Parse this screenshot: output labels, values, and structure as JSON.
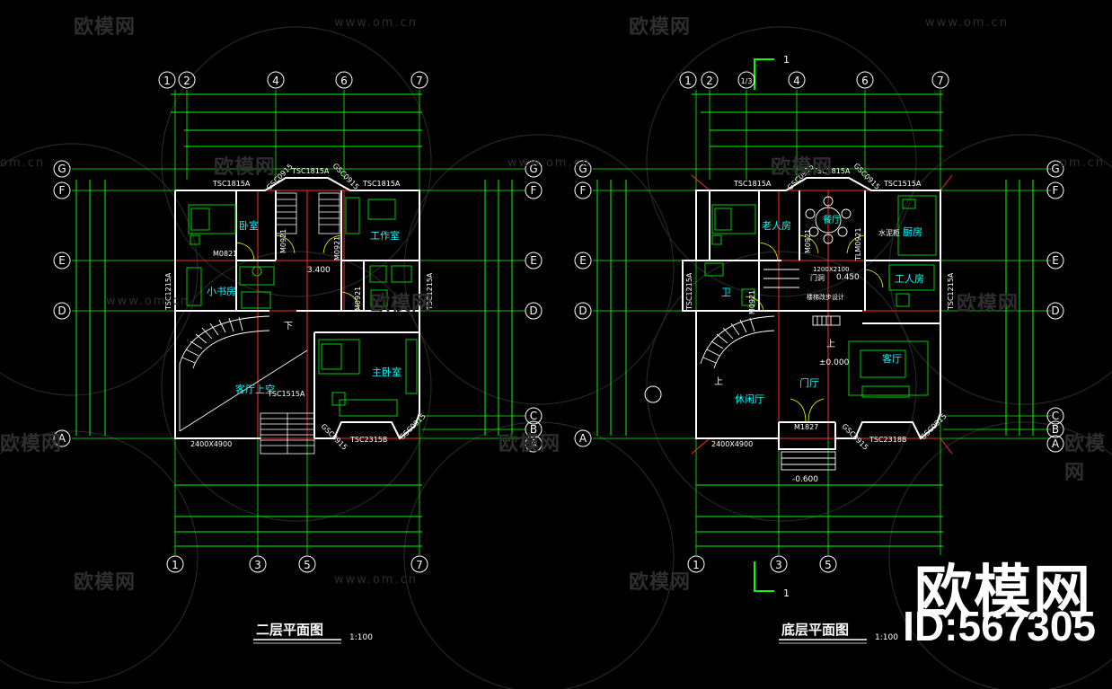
{
  "watermark": {
    "brand": "欧模网",
    "url": "www.om.cn",
    "url_short": "om.cn"
  },
  "brand_block": {
    "name": "欧模网",
    "id": "ID:567305"
  },
  "colors": {
    "background": "#000000",
    "wall": "#ffffff",
    "axis": "#00ff00",
    "room_label": "#00ffff",
    "dim": "#00ff00",
    "red_line": "#ff2a2a",
    "furniture": "#00cc00",
    "window_label": "#ffffff",
    "watermark": "#2e2e2e"
  },
  "left_plan": {
    "title": "二层平面图",
    "scale": "1:100",
    "axis_top": [
      "1",
      "2",
      "4",
      "6",
      "7"
    ],
    "axis_bottom": [
      "1",
      "3",
      "5",
      "7"
    ],
    "axis_left": [
      "G",
      "F",
      "E",
      "D",
      "A"
    ],
    "axis_right": [
      "G",
      "F",
      "E",
      "D",
      "C",
      "B",
      "A"
    ],
    "rooms": {
      "bedroom": "卧室",
      "study_room": "工作室",
      "small_study": "小书房",
      "master_bedroom": "主卧室",
      "void": "客厅上空",
      "elevation": "3.400",
      "down": "下"
    },
    "windows": {
      "w_top_left": "TSC1815A",
      "w_top_mid": "TSC1815A",
      "w_top_right": "TSC1815A",
      "w_left": "TSC1215A",
      "w_right": "TSC1215A",
      "w_bottom_mid": "TSC1515A",
      "w_bottom_right": "TSC2315B",
      "door_1": "M0821",
      "door_2": "M0921",
      "door_3": "M0921",
      "door_4": "M0921",
      "corner_1": "GSC0915",
      "corner_2": "GSC0915",
      "corner_3": "GSC0915",
      "corner_4": "GSC0915",
      "opening": "2400X4900"
    }
  },
  "right_plan": {
    "title": "底层平面图",
    "scale": "1:100",
    "section_mark": "1",
    "axis_top": [
      "1",
      "2",
      "1/3",
      "4",
      "6",
      "7"
    ],
    "axis_bottom": [
      "1",
      "3",
      "5"
    ],
    "axis_left": [
      "G",
      "F",
      "E",
      "D",
      "A"
    ],
    "axis_right": [
      "G",
      "F",
      "E",
      "D",
      "C",
      "B",
      "A"
    ],
    "rooms": {
      "elder_bedroom": "老人房",
      "dining": "餐厅",
      "kitchen": "厨房",
      "kitchen_note": "水泥柜",
      "servant": "工人房",
      "living": "客厅",
      "lounge": "休闲厅",
      "foyer": "门厅",
      "toilet": "卫",
      "up_1": "上",
      "up_2": "上",
      "hole": "门洞",
      "stair_note": "楼梯改步设计",
      "hole_size": "1200X2100",
      "elev_1": "0.450",
      "elev_2": "±0.000",
      "elev_3": "-0.600"
    },
    "windows": {
      "w_top_left": "TSC1815A",
      "w_top_mid": "TSC1815A",
      "w_top_right": "TSC1515A",
      "w_left": "TSC1215A",
      "w_right": "TSC1215A",
      "w_bottom_right": "TSC2318B",
      "door_main": "M1827",
      "door_1": "M0921",
      "door_2": "M0921",
      "door_3": "TLM0921",
      "corner_1": "GSC0915",
      "corner_2": "GSC0915",
      "corner_3": "GSC0915",
      "corner_4": "GSC0915",
      "opening": "2400X4900"
    }
  }
}
